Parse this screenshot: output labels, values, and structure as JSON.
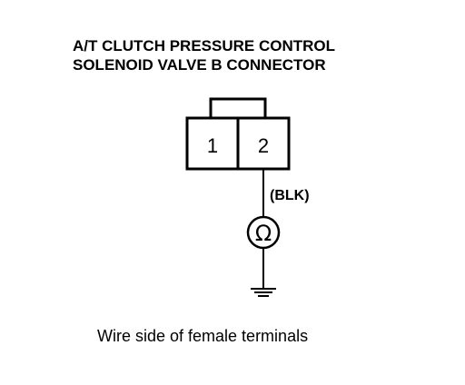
{
  "title": {
    "line1": "A/T CLUTCH PRESSURE CONTROL",
    "line2": "SOLENOID VALVE B CONNECTOR"
  },
  "connector": {
    "terminals": [
      "1",
      "2"
    ]
  },
  "wire": {
    "color_label": "(BLK)"
  },
  "meter": {
    "symbol": "Ω",
    "icon": "ohmmeter-icon"
  },
  "ground": {
    "icon": "ground-icon"
  },
  "caption": "Wire side of female terminals",
  "colors": {
    "ink": "#000000",
    "background": "#ffffff"
  }
}
